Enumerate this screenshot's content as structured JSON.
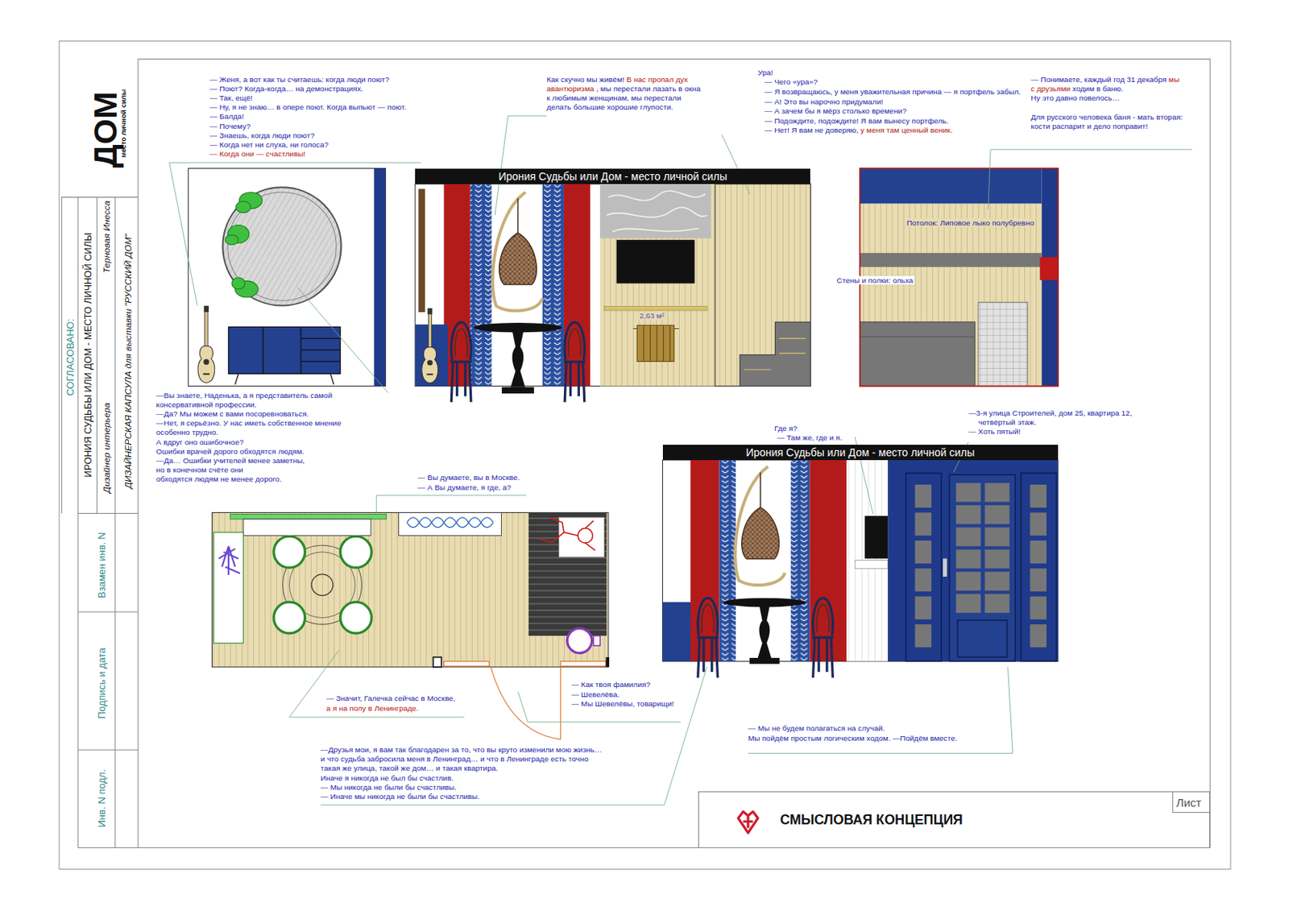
{
  "diagram": {
    "nodes": [
      {
        "text": [
          "Ирония Судьбы или Дом - место личной силы"
        ]
      },
      {
        "text": [
          "Ирония Судьбы или Дом - место личной силы"
        ]
      },
      {
        "text": [
          "СМЫСЛОВАЯ КОНЦЕПЦИЯ"
        ]
      },
      {
        "text": [
          "Лист"
        ],
        "in": 2
      }
    ],
    "labels": [
      "ДОМ",
      "место личной силы",
      "СОГЛАСОВАНО:",
      "ИРОНИЯ СУДЬБЫ ИЛИ ДОМ - МЕСТО ЛИЧНОЙ СИЛЫ",
      "Терновая Инесса",
      "Дизайнер интерьера",
      "ДИЗАЙНЕРСКАЯ КАПСУЛА для выставки \"РУССКИЙ ДОМ\"",
      "Взамен инв. N",
      "Подпись и дата",
      "Инв. N подл.",
      "— Женя, а вот как ты считаешь: когда люди поют?",
      "— Поют? Когда-когда… на демонстрациях.",
      "— Так, ещё!",
      "— Ну, я не знаю… в опере поют. Когда выпьют — поют.",
      "— Балда!",
      "— Почему?",
      "— Знаешь, когда люди поют?",
      "— Когда нет ни слуха, ни голоса?",
      "— Когда они — счастливы!",
      "Как скучно мы живём!",
      "В нас пропал дух",
      "авантюризма",
      ", мы перестали лазать в окна",
      "к любимым женщинам, мы перестали",
      "делать большие хорошие глупости.",
      "Ура!",
      "— Чего «ура»?",
      "— Я возвращаюсь, у меня уважительная причина — я портфель забыл.",
      "— А! Это вы нарочно придумали!",
      "— А зачем бы я мёрз столько времени?",
      "— Подождите, подождите! Я вам вынесу портфель.",
      "— Нет! Я вам не доверяю,",
      "у меня там ценный веник.",
      "— Понимаете, каждый год 31 декабря",
      "мы",
      "с друзьями",
      "ходим в баню.",
      "Ну это давно повелось…",
      "Для русского человека баня - мать вторая:",
      "кости распарит и дело поправит!",
      "Потолок: Липовое лыко полубревно",
      "Стены и полки: ольха",
      "2,63 м²",
      "—Вы знаете, Наденька, а я представитель самой",
      "консервативной профессии.",
      "—Да? Мы можем с вами посоревноваться.",
      "—Нет, я серьёзно. У нас иметь собственное мнение",
      "особенно трудно.",
      "А вдруг оно ошибочное?",
      "Ошибки врачей дорого обходятся людям.",
      "—Да… Ошибки учителей менее заметны,",
      "но в конечном счёте они",
      "обходятся людям не менее дорого.",
      "— Вы думаете, вы в Москве.",
      "— А Вы думаете, я где, а?",
      "Где я?",
      "— Там же, где и я.",
      "—3-я улица Строителей, дом 25, квартира 12,",
      "четвёртый этаж.",
      "— Хоть пятый!",
      "— Значит, Галечка сейчас в Москве,",
      "а я на полу в Ленинграде.",
      "— Как твоя фамилия?",
      "— Шевелёва.",
      "— Мы Шевелёвы, товарищи!",
      "—Друзья мои, я вам так благодарен за то, что вы круто изменили мою жизнь…",
      "и что судьба забросила меня в Ленинград… и что в Ленинграде есть точно",
      "такая же улица, такой же дом… и такая квартира.",
      "Иначе я никогда не был бы счастлив.",
      "— Мы никогда не были бы счастливы.",
      "— Иначе мы никогда не были бы счастливы.",
      "— Мы не будем полагаться на случай.",
      "Мы пойдём простым логическим ходом. —Пойдём вместе."
    ]
  }
}
